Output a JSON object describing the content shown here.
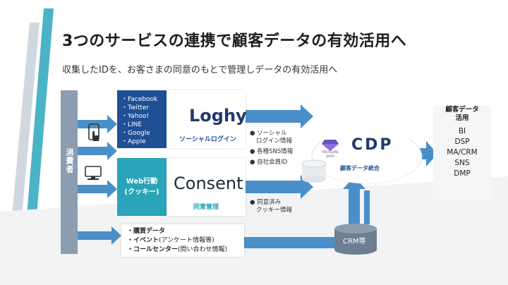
{
  "title": "3つのサービスの連携で顧客データの有効活用へ",
  "subtitle": "収集したIDを、お客さまの同意のもとで管理しデータの有効活用へ",
  "consumer_label": "消費者",
  "social_sources": [
    "・Facebook",
    "・Twitter",
    "・Yahoo!",
    "・LINE",
    "・Google",
    "・Apple"
  ],
  "loghy": {
    "logo": "Loghy",
    "label": "ソーシャルログイン"
  },
  "web_action": {
    "line1": "Web行動",
    "line2": "(クッキー)"
  },
  "consent": {
    "logo": "Consent",
    "label": "同意管理"
  },
  "bullets_top": [
    "● ソーシャル",
    "ログイン情報",
    "● 各種SNS情報",
    "● 自社会員ID"
  ],
  "bullets_bottom": [
    "● 同意済み",
    "クッキー情報"
  ],
  "bottom_items": [
    {
      "bold": "・購買データ",
      "extra": ""
    },
    {
      "bold": "・イベント",
      "extra": "(アンケート情報等)"
    },
    {
      "bold": "・コールセンター",
      "extra": "(問い合わせ情報)"
    }
  ],
  "cdp": {
    "logo": "CDP",
    "treasure": "TREASURE",
    "data": "DATA",
    "label": "顧客データ統合"
  },
  "crm_label": "CRM等",
  "right": {
    "head_line1": "顧客データ",
    "head_line2": "活用",
    "items": [
      "BI",
      "DSP",
      "MA/CRM",
      "SNS",
      "DMP"
    ]
  },
  "colors": {
    "navy": "#1f4f95",
    "teal": "#2aa4b8",
    "arrow": "#4a8fc9",
    "gray": "#8c9db0",
    "cloud": "#ffffff"
  }
}
